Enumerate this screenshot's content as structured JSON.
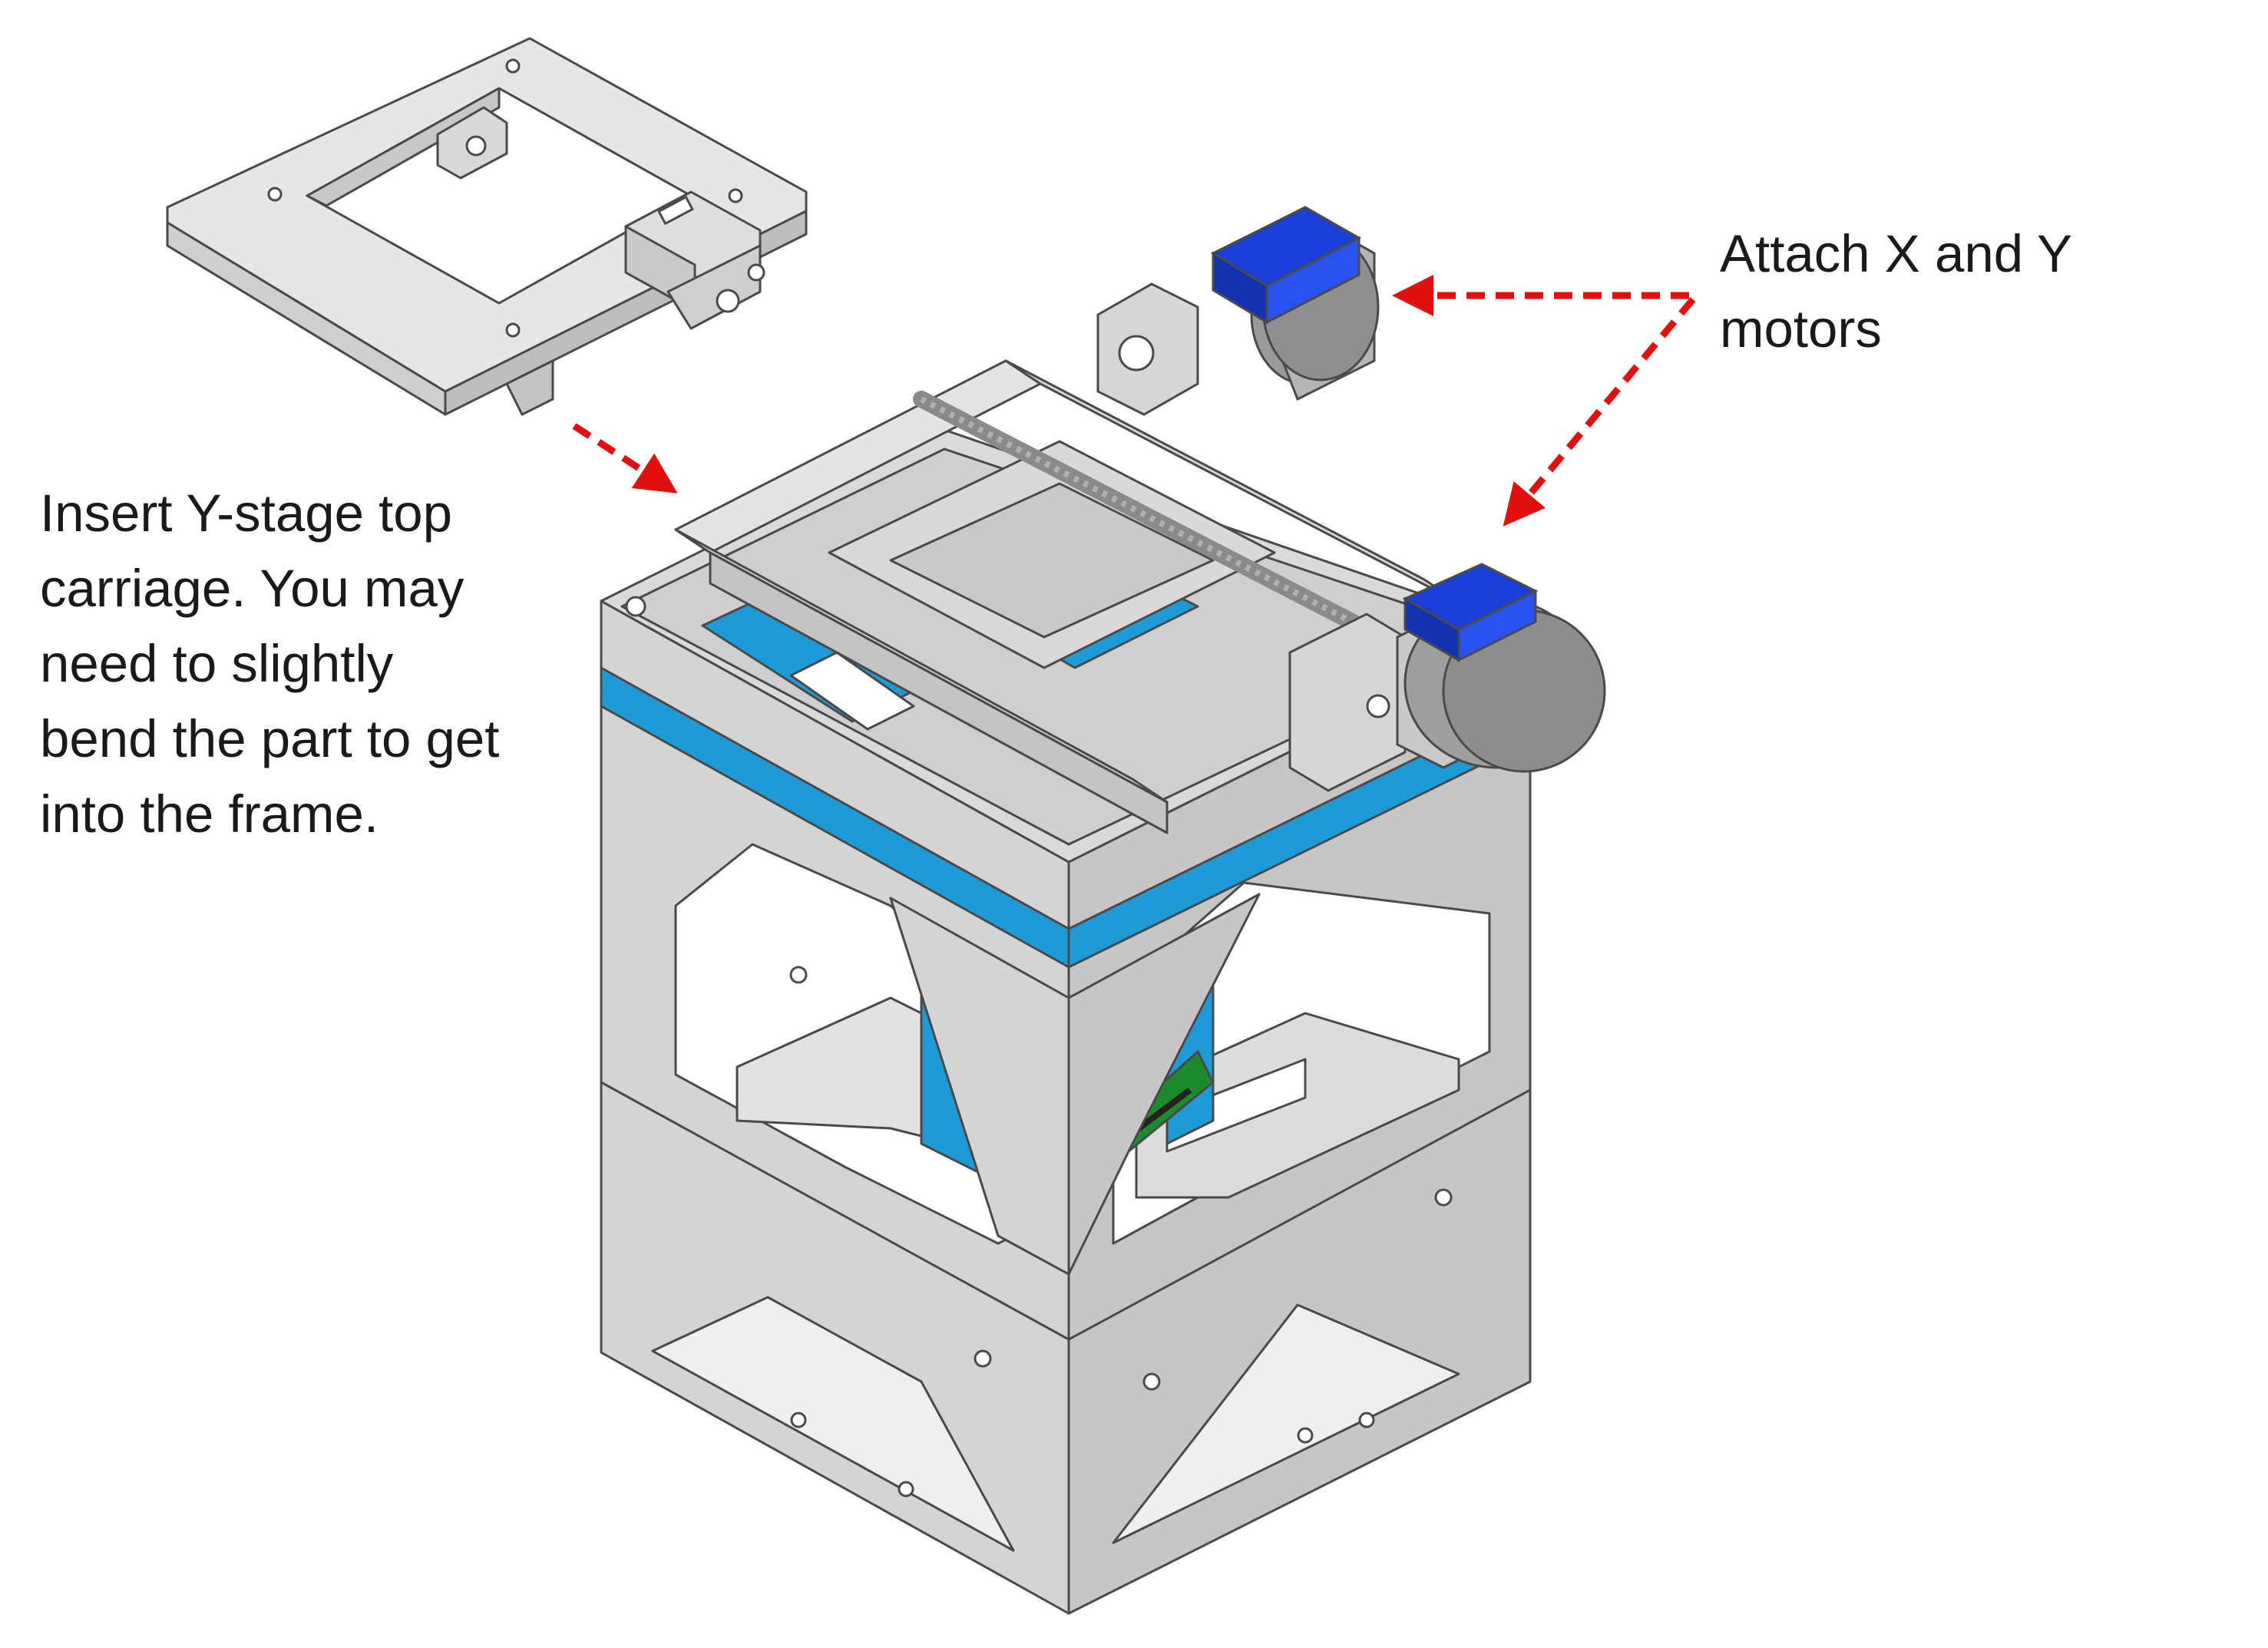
{
  "annotations": {
    "insert_carriage": "Insert Y-stage top\ncarriage. You may\nneed to slightly\nbend the part to get\ninto the frame.",
    "attach_motors": "Attach X and Y\nmotors"
  },
  "colors": {
    "part_fill": "#d6d6d6",
    "part_light": "#e9e9e9",
    "part_dark": "#b9b9b9",
    "edge": "#4a4a4a",
    "accent_blue": "#1e9ad6",
    "motor_cap": "#1a3fd8",
    "pcb_green": "#1d8a2e",
    "arrow_red": "#e01010"
  },
  "icons": [
    "y-stage-top-carriage",
    "stage-frame-assembly",
    "x-motor",
    "y-motor",
    "lead-screw"
  ]
}
